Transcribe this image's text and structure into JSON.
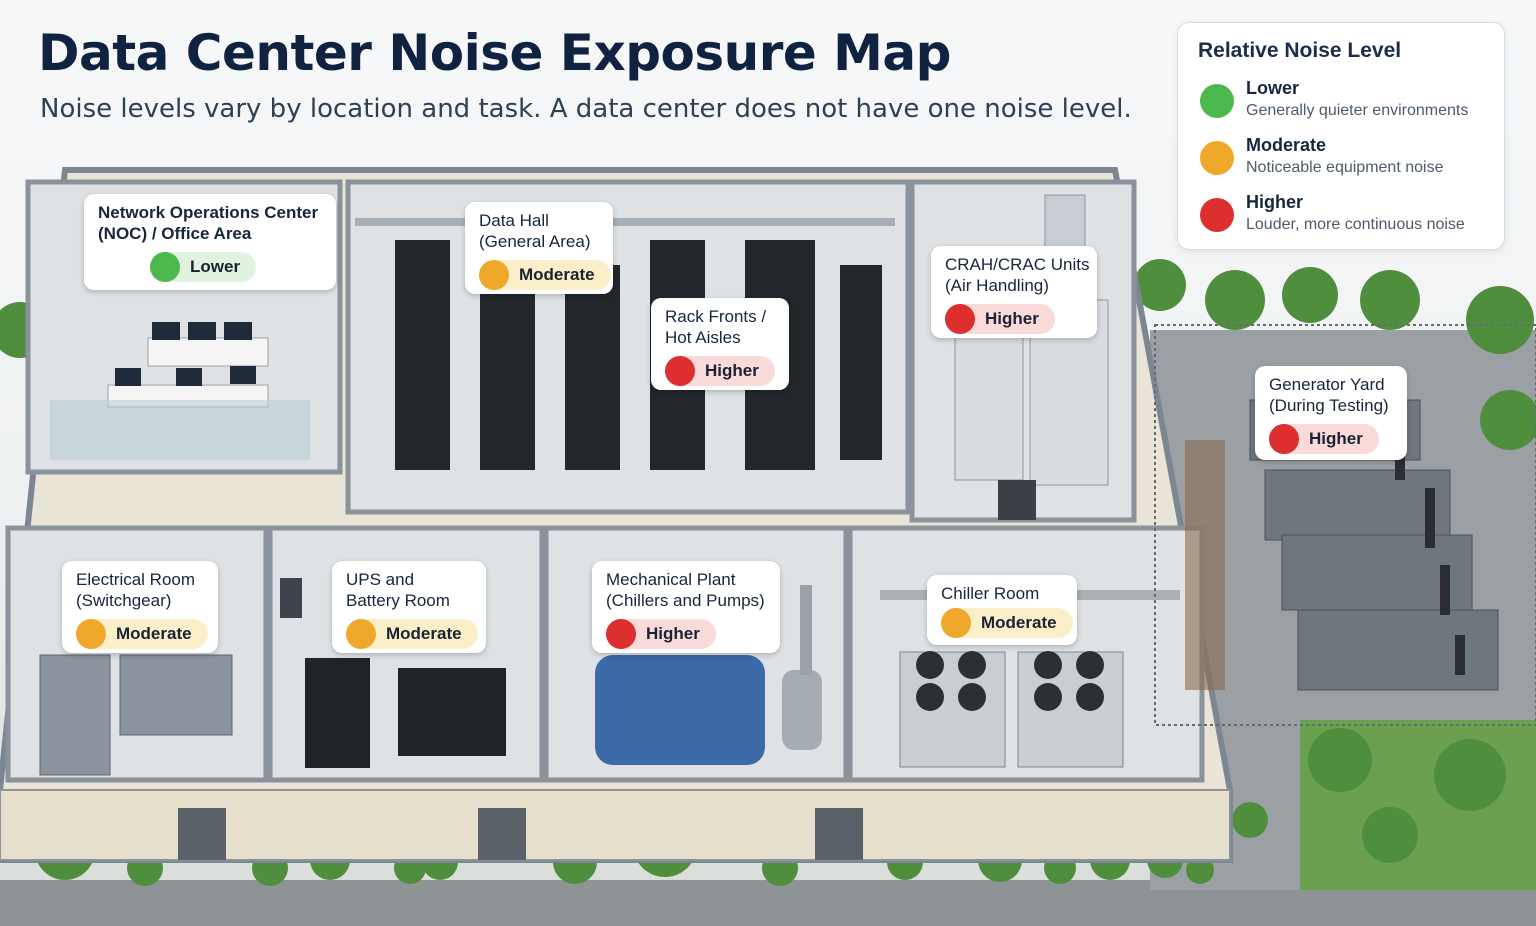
{
  "title": "Data Center Noise Exposure Map",
  "subtitle": "Noise levels vary by location and task. A data center does not have one noise level.",
  "colors": {
    "lower": "#4db84d",
    "moderate": "#efa82a",
    "higher": "#de2f2f"
  },
  "legend": {
    "title": "Relative Noise Level",
    "items": [
      {
        "level": "lower",
        "name": "Lower",
        "description": "Generally quieter environments"
      },
      {
        "level": "moderate",
        "name": "Moderate",
        "description": "Noticeable equipment noise"
      },
      {
        "level": "higher",
        "name": "Higher",
        "description": "Louder, more continuous noise"
      }
    ]
  },
  "zones": [
    {
      "id": "noc",
      "line1": "Network Operations Center",
      "line2": "(NOC) / Office Area",
      "level": "lower",
      "badge": "Lower"
    },
    {
      "id": "data-hall",
      "line1": "Data Hall",
      "line2": "(General Area)",
      "level": "moderate",
      "badge": "Moderate"
    },
    {
      "id": "rack-fronts",
      "line1": "Rack Fronts /",
      "line2": "Hot Aisles",
      "level": "higher",
      "badge": "Higher"
    },
    {
      "id": "crah",
      "line1": "CRAH/CRAC Units",
      "line2": "(Air Handling)",
      "level": "higher",
      "badge": "Higher"
    },
    {
      "id": "generator",
      "line1": "Generator Yard",
      "line2": "(During Testing)",
      "level": "higher",
      "badge": "Higher"
    },
    {
      "id": "electrical",
      "line1": "Electrical Room",
      "line2": "(Switchgear)",
      "level": "moderate",
      "badge": "Moderate"
    },
    {
      "id": "ups",
      "line1": "UPS and",
      "line2": "Battery Room",
      "level": "moderate",
      "badge": "Moderate"
    },
    {
      "id": "mechanical",
      "line1": "Mechanical Plant",
      "line2": "(Chillers and Pumps)",
      "level": "higher",
      "badge": "Higher"
    },
    {
      "id": "chiller",
      "line1": "Chiller Room",
      "line2": "",
      "level": "moderate",
      "badge": "Moderate"
    }
  ]
}
